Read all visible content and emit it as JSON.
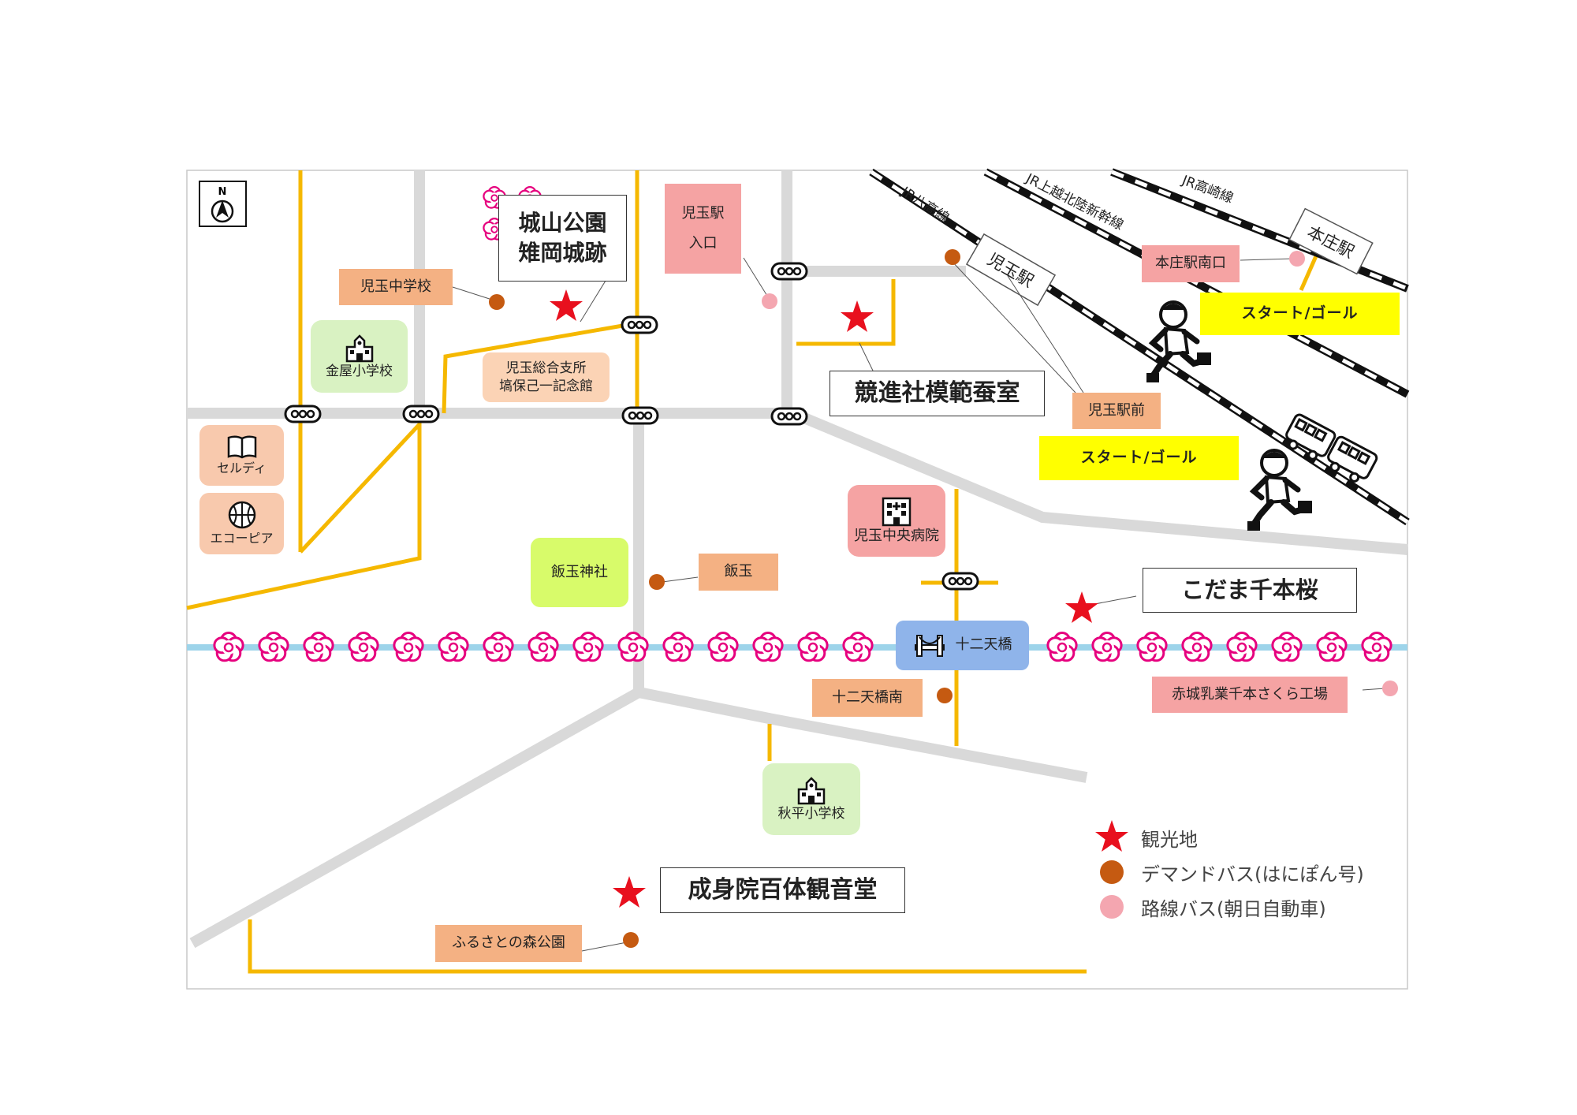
{
  "compass": {
    "letter": "N"
  },
  "lines": {
    "hachiko": "JR八高線",
    "shinkansen": "JR上越北陸新幹線",
    "takasaki": "JR高崎線"
  },
  "stations": {
    "kodama": "児玉駅",
    "honjo": "本庄駅"
  },
  "labels": {
    "joyama_1": "城山公園",
    "joyama_2": "雉岡城跡",
    "kodama_eki_iriguchi_1": "児玉駅",
    "kodama_eki_iriguchi_2": "入口",
    "kodama_jhs": "児玉中学校",
    "kanaya_es": "金屋小学校",
    "kodama_sogo_1": "児玉総合支所",
    "kodama_sogo_2": "塙保己一記念館",
    "kyoshinsha": "競進社模範蚕室",
    "honjo_minamiguchi": "本庄駅南口",
    "start_goal_1": "スタート/ゴール",
    "kodama_ekimae": "児玉駅前",
    "start_goal_2": "スタート/ゴール",
    "seldy": "セルディ",
    "ecopia": "エコーピア",
    "hospital": "児玉中央病院",
    "iidama_shrine": "飯玉神社",
    "iidama": "飯玉",
    "kodama_senbonzakura": "こだま千本桜",
    "juniten_bridge": "十二天橋",
    "juniten_minami": "十二天橋南",
    "akagi_factory": "赤城乳業千本さくら工場",
    "akihira_es": "秋平小学校",
    "jyoshinin": "成身院百体観音堂",
    "furusato_park": "ふるさとの森公園"
  },
  "legend": {
    "tourist": "観光地",
    "demand_bus": "デマンドバス(はにぽん号)",
    "route_bus": "路線バス(朝日自動車)"
  },
  "colors": {
    "road": "#d9d9d9",
    "bus_route": "#f5b800",
    "river": "#9dd4ea",
    "star": "#e8101e",
    "demand_stop": "#c55a11",
    "route_stop": "#f4a6b0",
    "sakura": "#e6007e"
  }
}
